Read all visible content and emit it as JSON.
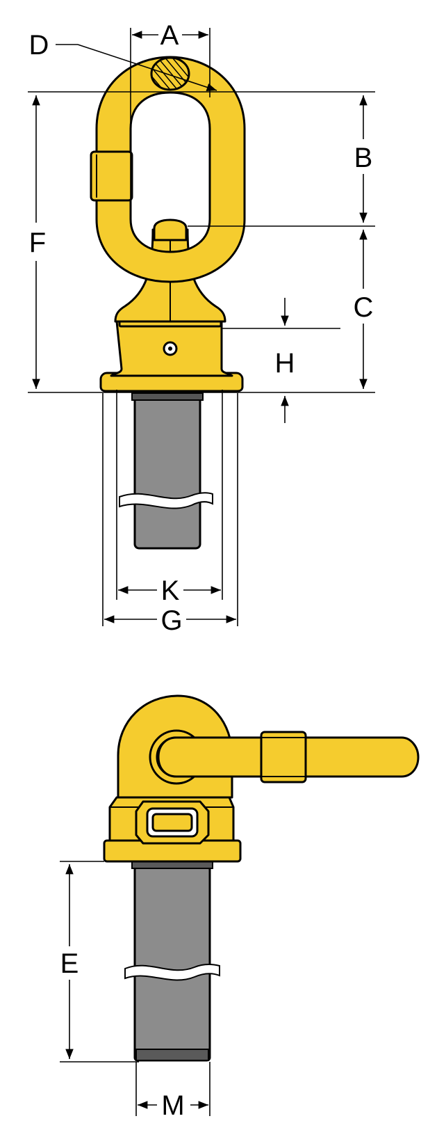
{
  "colors": {
    "yellow": "#F5CC2E",
    "grey": "#8C8C8C",
    "line": "#000000",
    "background": "#FFFFFF"
  },
  "labels": {
    "A": "A",
    "B": "B",
    "C": "C",
    "D": "D",
    "E": "E",
    "F": "F",
    "G": "G",
    "H": "H",
    "K": "K",
    "M": "M"
  }
}
